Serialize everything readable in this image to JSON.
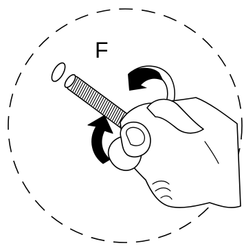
{
  "figure": {
    "step_label": "F",
    "border": "dashed-circle",
    "parts": [
      "threaded-rod",
      "hand",
      "rotation-arrow-top",
      "rotation-arrow-bottom",
      "hole"
    ],
    "colors": {
      "stroke": "#000000",
      "fill": "#ffffff",
      "arrow_fill": "#000000"
    }
  }
}
